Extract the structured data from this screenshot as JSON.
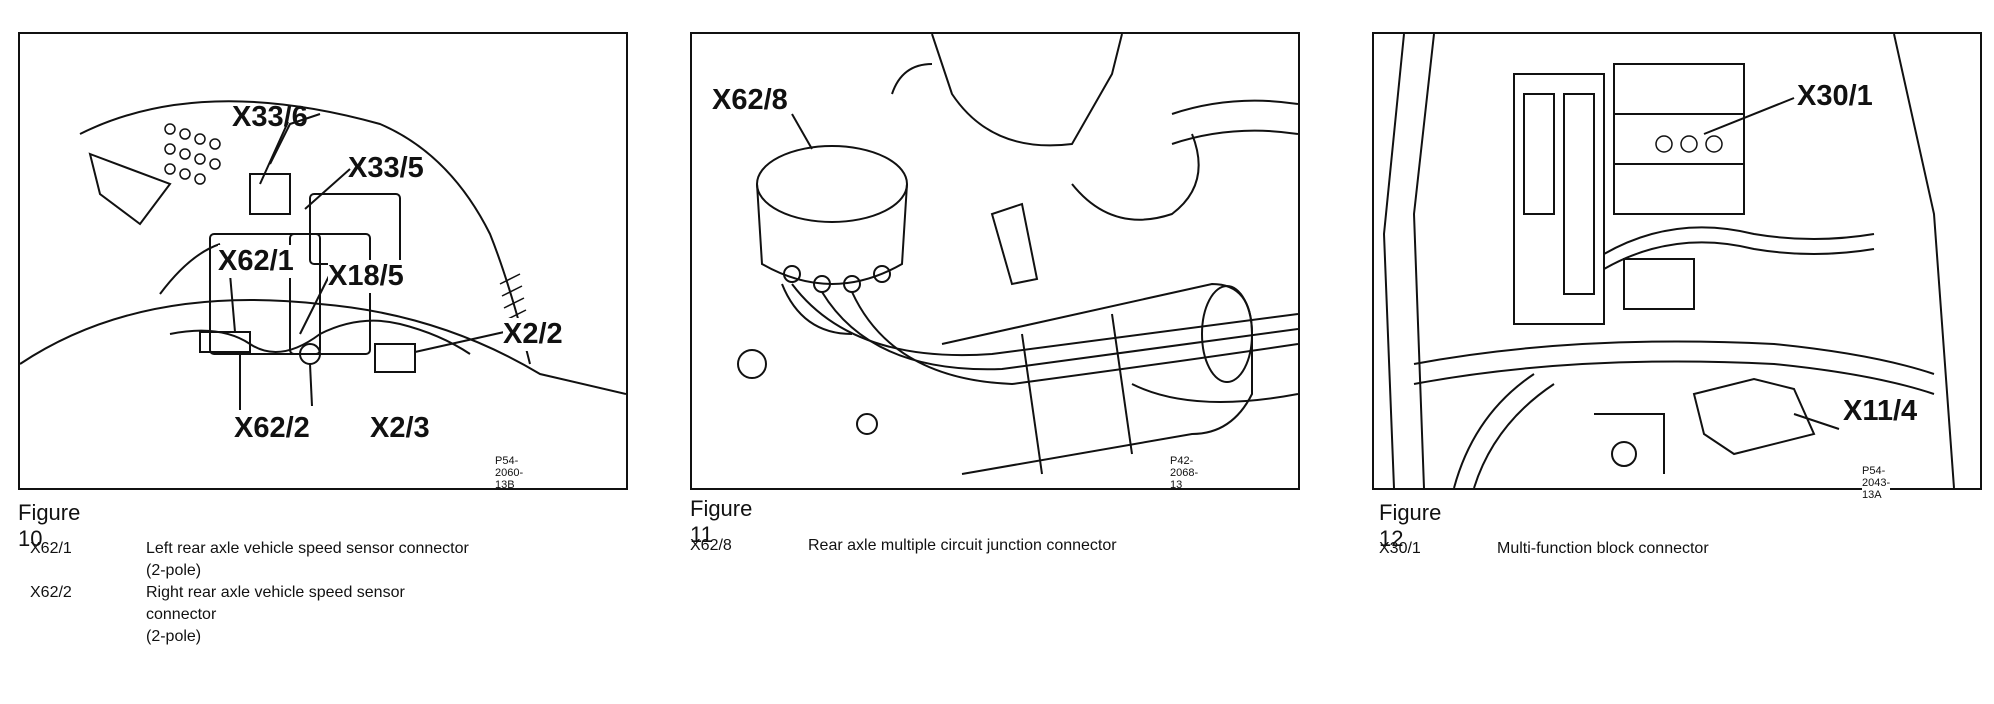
{
  "figures": [
    {
      "caption": "Figure 10",
      "ref_code": "P54-2060-13B",
      "callouts": [
        "X33/6",
        "X33/5",
        "X62/1",
        "X18/5",
        "X2/2",
        "X62/2",
        "X2/3"
      ],
      "legend": [
        {
          "code": "X62/1",
          "desc_line1": "Left rear axle vehicle speed sensor connector",
          "desc_line2": "(2-pole)"
        },
        {
          "code": "X62/2",
          "desc_line1": "Right rear axle vehicle speed sensor connector",
          "desc_line2": "(2-pole)"
        }
      ]
    },
    {
      "caption": "Figure 11",
      "ref_code": "P42-2068-13",
      "callouts": [
        "X62/8"
      ],
      "legend": [
        {
          "code": "X62/8",
          "desc_line1": "Rear axle multiple circuit junction connector"
        }
      ]
    },
    {
      "caption": "Figure 12",
      "ref_code": "P54-2043-13A",
      "callouts": [
        "X30/1",
        "X11/4"
      ],
      "legend": [
        {
          "code": "X30/1",
          "desc_line1": "Multi-function block connector"
        }
      ]
    }
  ]
}
